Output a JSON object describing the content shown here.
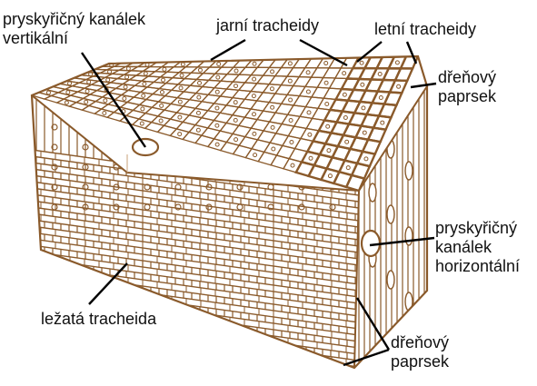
{
  "colors": {
    "wood": "#8a5a2b",
    "wood_light": "#c9a27a",
    "background": "#ffffff",
    "text": "#111111",
    "leader": "#000000"
  },
  "labels": {
    "resin_canal_vertical": {
      "line1": "pryskyřičný kanálek",
      "line2": "vertikální"
    },
    "earlywood_tracheids": "jarní tracheidy",
    "latewood_tracheids": "letní tracheidy",
    "ray_top": {
      "line1": "dřeňový",
      "line2": "paprsek"
    },
    "resin_canal_horizontal": {
      "line1": "pryskyřičný",
      "line2": "kanálek",
      "line3": "horizontální"
    },
    "ray_tracheid": "ležatá tracheida",
    "ray_bottom": {
      "line1": "dřeňový",
      "line2": "paprsek"
    }
  },
  "icons": [
    "wood-block-illustration"
  ]
}
